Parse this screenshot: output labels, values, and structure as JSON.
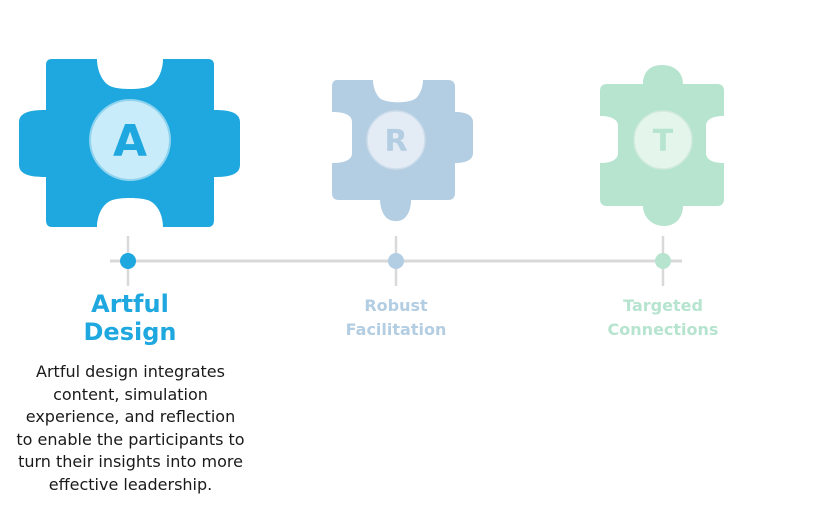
{
  "steps": [
    {
      "letter": "A",
      "title_lines": [
        "Artful",
        "Design"
      ],
      "color": "#1ea8df",
      "state": "active"
    },
    {
      "letter": "R",
      "title_lines": [
        "Robust",
        "Facilitation"
      ],
      "color": "#b3cde2",
      "state": "inactive"
    },
    {
      "letter": "T",
      "title_lines": [
        "Targeted",
        "Connections"
      ],
      "color": "#b6e4cf",
      "state": "inactive"
    }
  ],
  "description_lines": [
    "Artful design integrates",
    "content, simulation",
    "experience, and reflection",
    "to enable the participants to",
    "turn their insights into more",
    "effective leadership."
  ],
  "colors": {
    "timeline": "#d9d9d9",
    "text": "#1a1a1a"
  }
}
